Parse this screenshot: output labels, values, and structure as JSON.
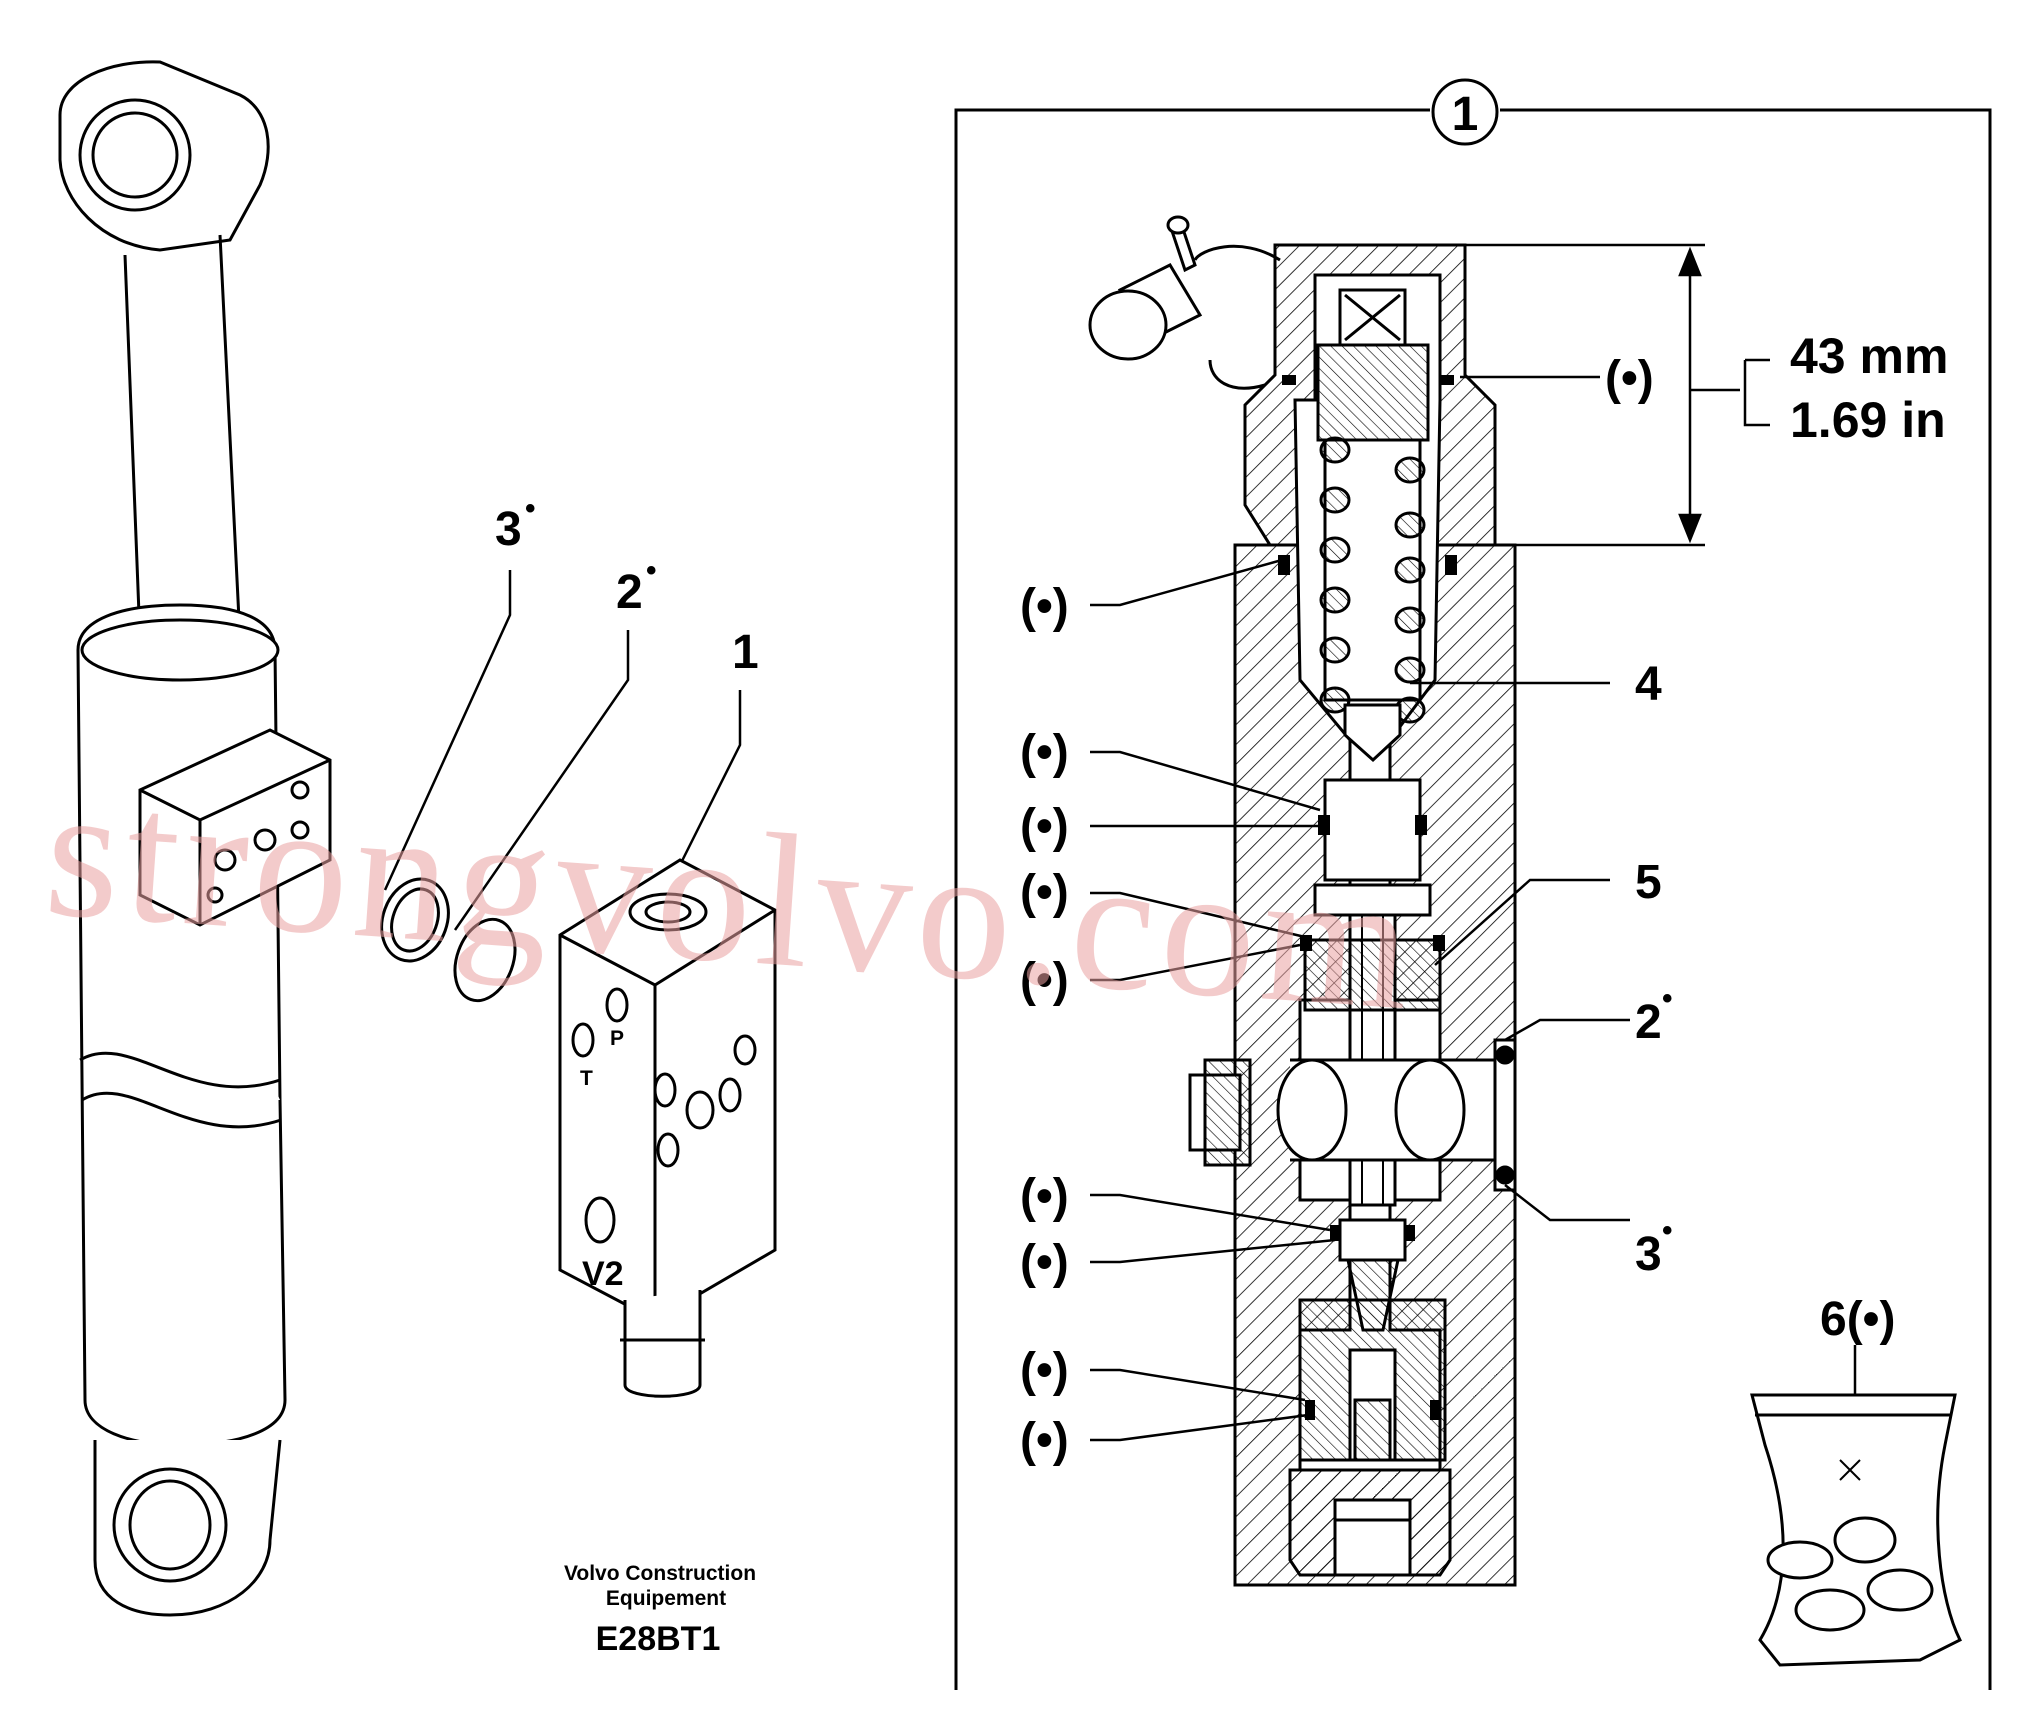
{
  "callouts_left": {
    "item1": "1",
    "item2": "2",
    "item3": "3",
    "bullet": "•"
  },
  "valve_ports": {
    "p": "P",
    "t": "T",
    "v2": "V2"
  },
  "footer": {
    "line1": "Volvo Construction",
    "line2": "Equipement",
    "code": "E28BT1"
  },
  "detail": {
    "title": "1",
    "dimension_mm": "43 mm",
    "dimension_in": "1.69 in",
    "optional_marker": "(•)",
    "item4": "4",
    "item5": "5",
    "item2": "2",
    "item3": "3",
    "item6": "6(•)",
    "bullet": "•"
  },
  "watermark": "strongvolvo.com"
}
